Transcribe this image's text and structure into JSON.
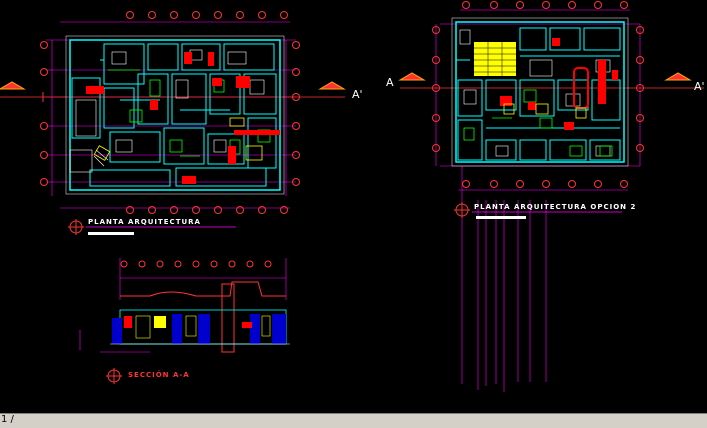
{
  "drawing": {
    "plan1_title": "PLANTA ARQUITECTURA",
    "plan2_title": "PLANTA ARQUITECTURA OPCION 2",
    "section_title": "SECCIÓN A-A",
    "section_marker_left": "A",
    "section_marker_right": "A'",
    "plan1_marker_right": "A'"
  },
  "statusbar": {
    "layout_tab": "1 /"
  },
  "colors": {
    "background": "#000000",
    "wall_cyan": "#00ffff",
    "grid_magenta": "#ff00ff",
    "axis_red": "#ff0000",
    "fill_yellow": "#ffff00",
    "green": "#00ff00",
    "white": "#ffffff"
  }
}
